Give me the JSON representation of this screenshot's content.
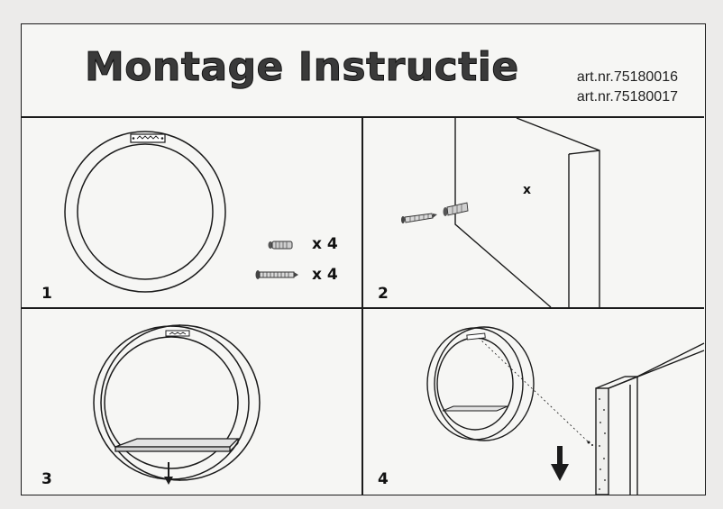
{
  "header": {
    "title": "Montage Instructie",
    "art_numbers": [
      "art.nr.75180016",
      "art.nr.75180017"
    ]
  },
  "steps": [
    {
      "number": "1",
      "parts": [
        {
          "name": "wall-plug",
          "quantity": "x 4"
        },
        {
          "name": "screw",
          "quantity": "x 4"
        }
      ]
    },
    {
      "number": "2",
      "mark": "x"
    },
    {
      "number": "3"
    },
    {
      "number": "4"
    }
  ],
  "colors": {
    "line": "#1b1b1b",
    "paper": "#f6f6f4"
  }
}
